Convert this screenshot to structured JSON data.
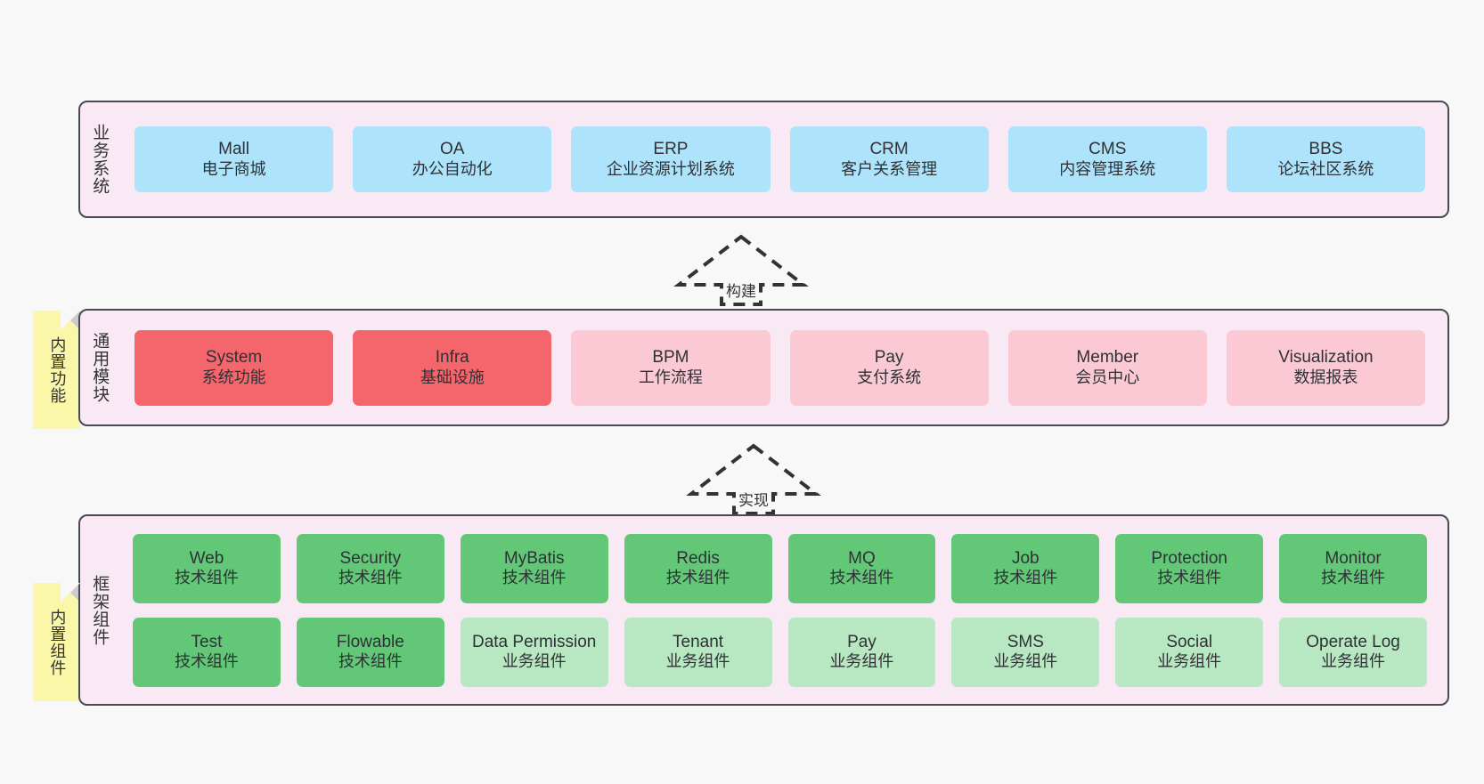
{
  "diagram": {
    "background_color": "#f8f8f8",
    "panel_color": "#f8e9f4",
    "panel_border_color": "#4a4a52",
    "note_color": "#fbf7a8"
  },
  "layers": {
    "business": {
      "title": "业务系统",
      "card_color": "#ade3fb",
      "cards": [
        {
          "en": "Mall",
          "cn": "电子商城"
        },
        {
          "en": "OA",
          "cn": "办公自动化"
        },
        {
          "en": "ERP",
          "cn": "企业资源计划系统"
        },
        {
          "en": "CRM",
          "cn": "客户关系管理"
        },
        {
          "en": "CMS",
          "cn": "内容管理系统"
        },
        {
          "en": "BBS",
          "cn": "论坛社区系统"
        }
      ]
    },
    "modules": {
      "title": "通用模块",
      "note": "内置功能",
      "card_color_strong": "#f4666c",
      "card_color_soft": "#fbc9d4",
      "cards": [
        {
          "en": "System",
          "cn": "系统功能",
          "tone": "strong"
        },
        {
          "en": "Infra",
          "cn": "基础设施",
          "tone": "strong"
        },
        {
          "en": "BPM",
          "cn": "工作流程",
          "tone": "soft"
        },
        {
          "en": "Pay",
          "cn": "支付系统",
          "tone": "soft"
        },
        {
          "en": "Member",
          "cn": "会员中心",
          "tone": "soft"
        },
        {
          "en": "Visualization",
          "cn": "数据报表",
          "tone": "soft"
        }
      ]
    },
    "framework": {
      "title": "框架组件",
      "note": "内置组件",
      "card_color_tech": "#62c878",
      "card_color_biz": "#b7e8c2",
      "row_tech": [
        {
          "en": "Web",
          "cn": "技术组件"
        },
        {
          "en": "Security",
          "cn": "技术组件"
        },
        {
          "en": "MyBatis",
          "cn": "技术组件"
        },
        {
          "en": "Redis",
          "cn": "技术组件"
        },
        {
          "en": "MQ",
          "cn": "技术组件"
        },
        {
          "en": "Job",
          "cn": "技术组件"
        },
        {
          "en": "Protection",
          "cn": "技术组件"
        },
        {
          "en": "Monitor",
          "cn": "技术组件"
        }
      ],
      "row_biz": [
        {
          "en": "Test",
          "cn": "技术组件"
        },
        {
          "en": "Flowable",
          "cn": "技术组件"
        },
        {
          "en": "Data Permission",
          "cn": "业务组件"
        },
        {
          "en": "Tenant",
          "cn": "业务组件"
        },
        {
          "en": "Pay",
          "cn": "业务组件"
        },
        {
          "en": "SMS",
          "cn": "业务组件"
        },
        {
          "en": "Social",
          "cn": "业务组件"
        },
        {
          "en": "Operate Log",
          "cn": "业务组件"
        }
      ],
      "row_biz_tones": [
        "tech",
        "tech",
        "biz",
        "biz",
        "biz",
        "biz",
        "biz",
        "biz"
      ]
    }
  },
  "arrows": [
    {
      "id": "build",
      "label": "构建",
      "style": "dashed-hollow-up"
    },
    {
      "id": "realize",
      "label": "实现",
      "style": "dashed-hollow-up"
    }
  ]
}
